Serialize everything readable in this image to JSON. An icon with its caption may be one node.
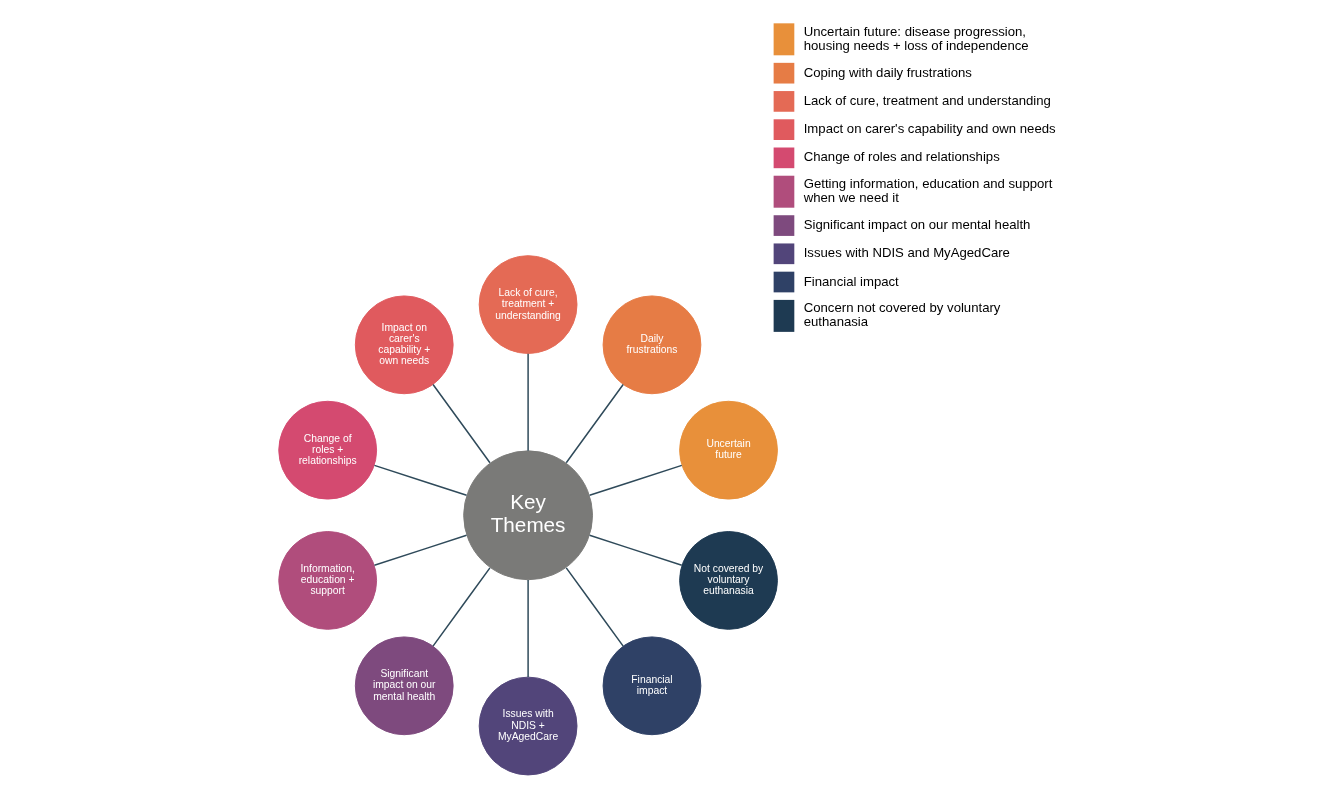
{
  "diagram": {
    "nodes": [
      {
        "text": [
          "Key Themes"
        ]
      },
      {
        "text": [
          "Uncertain future"
        ]
      },
      {
        "text": [
          "Daily frustrations"
        ]
      },
      {
        "text": [
          "Lack of cure, treatment + understanding"
        ]
      },
      {
        "text": [
          "Impact on carer's capability + own needs"
        ]
      },
      {
        "text": [
          "Change of roles + relationships"
        ]
      },
      {
        "text": [
          "Information, education + support"
        ]
      },
      {
        "text": [
          "Significant impact on our mental health"
        ]
      },
      {
        "text": [
          "Issues with NDIS + MyAgedCare"
        ]
      },
      {
        "text": [
          "Financial impact"
        ]
      },
      {
        "text": [
          "Not covered by voluntary euthanasia"
        ]
      }
    ],
    "edges": [
      {
        "from": 0,
        "to": 1,
        "arrow": "none"
      },
      {
        "from": 0,
        "to": 2,
        "arrow": "none"
      },
      {
        "from": 0,
        "to": 3,
        "arrow": "none"
      },
      {
        "from": 0,
        "to": 4,
        "arrow": "none"
      },
      {
        "from": 0,
        "to": 5,
        "arrow": "none"
      },
      {
        "from": 0,
        "to": 6,
        "arrow": "none"
      },
      {
        "from": 0,
        "to": 7,
        "arrow": "none"
      },
      {
        "from": 0,
        "to": 8,
        "arrow": "none"
      },
      {
        "from": 0,
        "to": 9,
        "arrow": "none"
      },
      {
        "from": 0,
        "to": 10,
        "arrow": "none"
      }
    ],
    "legend": [
      {
        "text": "Uncertain future: disease progression, housing needs + loss of independence",
        "color": "#e8903a"
      },
      {
        "text": "Coping with daily frustrations",
        "color": "#e67c45"
      },
      {
        "text": "Lack of cure, treatment and understanding",
        "color": "#e46a55"
      },
      {
        "text": "Impact on carer's capability and own needs",
        "color": "#e05a5e"
      },
      {
        "text": "Change of roles and relationships",
        "color": "#d44a70"
      },
      {
        "text": "Getting information, education and support when we need it",
        "color": "#b04d7c"
      },
      {
        "text": "Significant impact on our mental health",
        "color": "#7e4a7e"
      },
      {
        "text": "Issues with NDIS and MyAgedCare",
        "color": "#52457a"
      },
      {
        "text": "Financial impact",
        "color": "#2f4166"
      },
      {
        "text": "Concern not covered by voluntary euthanasia",
        "color": "#1e3a52"
      }
    ]
  }
}
